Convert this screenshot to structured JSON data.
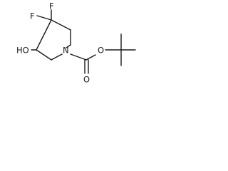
{
  "atoms": {
    "f_top": "F",
    "f_left": "F",
    "hydroxyl": "HO",
    "nitrogen": "N",
    "ester_oxygen": "O",
    "carbonyl_oxygen": "O"
  },
  "colors": {
    "bond": "#1a1a1a",
    "label": "#1a1a1a",
    "background": "#ffffff"
  }
}
